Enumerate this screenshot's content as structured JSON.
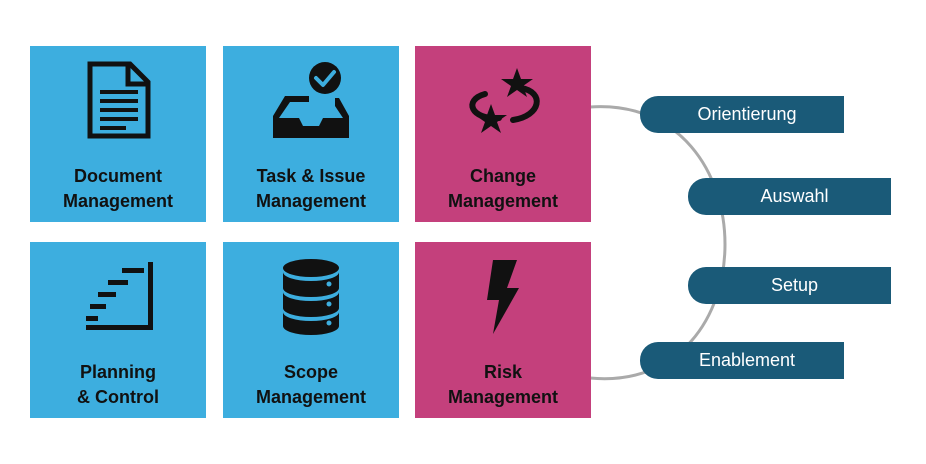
{
  "tiles": [
    {
      "line1": "Document",
      "line2": "Management",
      "icon": "document-icon",
      "color": "#3daedf"
    },
    {
      "line1": "Task & Issue",
      "line2": "Management",
      "icon": "inbox-check-icon",
      "color": "#3daedf"
    },
    {
      "line1": "Change",
      "line2": "Management",
      "icon": "orbit-stars-icon",
      "color": "#c4407c"
    },
    {
      "line1": "Planning",
      "line2": "& Control",
      "icon": "staircase-chart-icon",
      "color": "#3daedf"
    },
    {
      "line1": "Scope",
      "line2": "Management",
      "icon": "database-icon",
      "color": "#3daedf"
    },
    {
      "line1": "Risk",
      "line2": "Management",
      "icon": "lightning-icon",
      "color": "#c4407c"
    }
  ],
  "phases": [
    {
      "label": "Orientierung"
    },
    {
      "label": "Auswahl"
    },
    {
      "label": "Setup"
    },
    {
      "label": "Enablement"
    }
  ],
  "colors": {
    "tile_blue": "#3daedf",
    "tile_pink": "#c4407c",
    "pill": "#1a5a78",
    "arc": "#aaaaaa"
  }
}
